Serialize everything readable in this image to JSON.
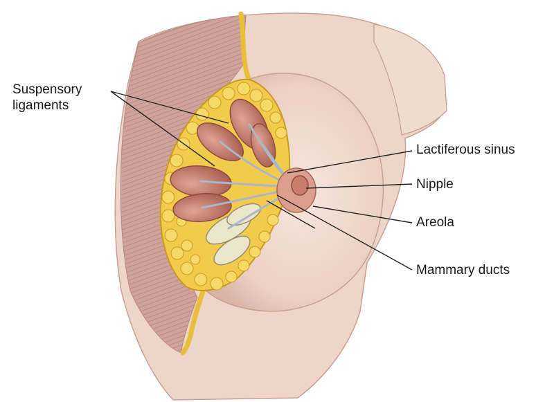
{
  "labels": {
    "suspensory": [
      "Suspensory",
      "ligaments"
    ],
    "lactiferous_sinus": "Lactiferous sinus",
    "nipple": "Nipple",
    "areola": "Areola",
    "mammary_ducts": "Mammary ducts"
  },
  "colors": {
    "skin": "#f1d9cf",
    "skin_shadow": "#d9b3a8",
    "muscle": "#c99a93",
    "fat": "#f0c84a",
    "fat_edge": "#c99a1f",
    "lobe": "#c97a6b",
    "lobe_dark": "#a4574a",
    "duct": "#a9b6c8",
    "leader": "#222222"
  }
}
